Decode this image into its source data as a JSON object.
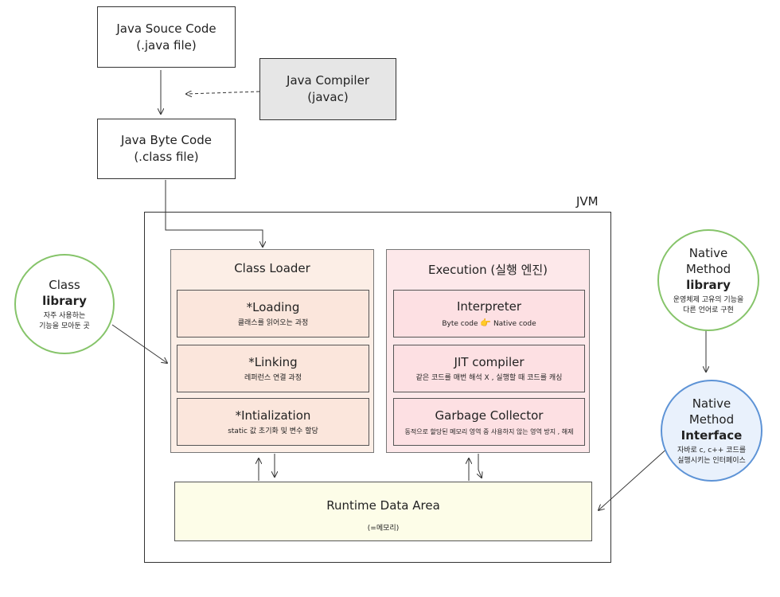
{
  "source_box": {
    "line1": "Java Souce Code",
    "line2": "(.java file)"
  },
  "compiler_box": {
    "line1": "Java Compiler",
    "line2": "(javac)"
  },
  "bytecode_box": {
    "line1": "Java Byte Code",
    "line2": "(.class file)"
  },
  "jvm": {
    "label": "JVM"
  },
  "class_loader": {
    "title": "Class Loader",
    "items": [
      {
        "title": "*Loading",
        "desc": "클래스를 읽어오는 과정"
      },
      {
        "title": "*Linking",
        "desc": "레퍼런스 연결 과정"
      },
      {
        "title": "*Intialization",
        "desc": "static 값 초기화 및 변수 할당"
      }
    ]
  },
  "execution": {
    "title": "Execution (실행 엔진)",
    "interpreter": {
      "title": "Interpreter",
      "desc_left": "Byte code",
      "desc_right": "Native  code"
    },
    "jit": {
      "title": "JIT compiler",
      "desc": "같은 코드를 매번 해석 X , 실행할 때 코드를 캐싱"
    },
    "gc": {
      "title": "Garbage Collector",
      "desc": "동적으로 할당된 메모리 영역 중 사용하지 않는 영역 방지 , 해제"
    }
  },
  "runtime": {
    "title": "Runtime Data Area",
    "subtitle": "(=메모리)"
  },
  "class_library": {
    "line1": "Class",
    "line2": "library",
    "desc1": "자주 사용하는",
    "desc2": "기능을 모아둔 곳"
  },
  "native_library": {
    "line1": "Native",
    "line2": "Method",
    "line3": "library",
    "desc1": "운영체제 고유의 기능을",
    "desc2": "다른 언어로 구현"
  },
  "native_interface": {
    "line1": "Native",
    "line2": "Method",
    "line3": "Interface",
    "desc1": "자바로 c, c++ 코드를",
    "desc2": "실행시키는 인터페이스"
  },
  "icons": {
    "interpreter_arrow": "pointing-hand-icon"
  },
  "colors": {
    "compiler_fill": "#e6e6e6",
    "loader_fill": "#fceee6",
    "exec_fill": "#fde8ea",
    "runtime_fill": "#fdfde8",
    "green_border": "#86c46a",
    "blue_border": "#5d93d6"
  }
}
